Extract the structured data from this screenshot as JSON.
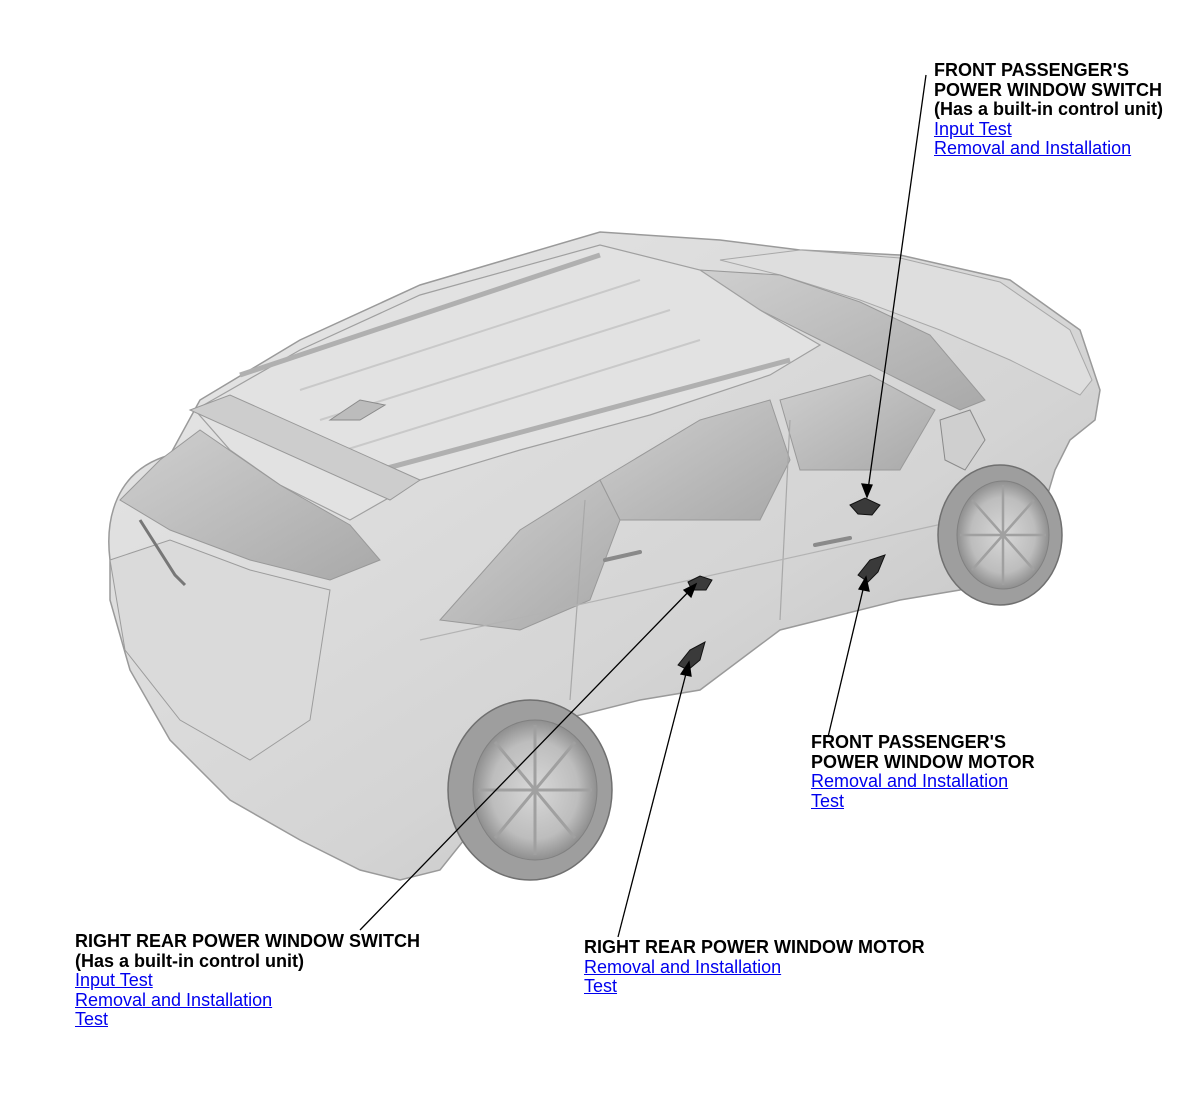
{
  "callouts": {
    "front_passenger_switch": {
      "title_lines": [
        "FRONT PASSENGER'S",
        "POWER WINDOW SWITCH",
        "(Has a built-in control unit)"
      ],
      "links": [
        "Input Test",
        "Removal and Installation"
      ]
    },
    "front_passenger_motor": {
      "title_lines": [
        "FRONT PASSENGER'S",
        "POWER WINDOW MOTOR"
      ],
      "links": [
        "Removal and Installation",
        "Test"
      ]
    },
    "right_rear_switch": {
      "title_lines": [
        "RIGHT REAR POWER WINDOW SWITCH",
        "(Has a built-in control unit)"
      ],
      "links": [
        "Input Test",
        "Removal and Installation",
        "Test"
      ]
    },
    "right_rear_motor": {
      "title_lines": [
        "RIGHT REAR POWER WINDOW MOTOR"
      ],
      "links": [
        "Removal and Installation",
        "Test"
      ]
    }
  },
  "colors": {
    "link": "#0000ee",
    "text": "#000000",
    "car_body": "#d9d9d9",
    "leader_line": "#000000"
  }
}
